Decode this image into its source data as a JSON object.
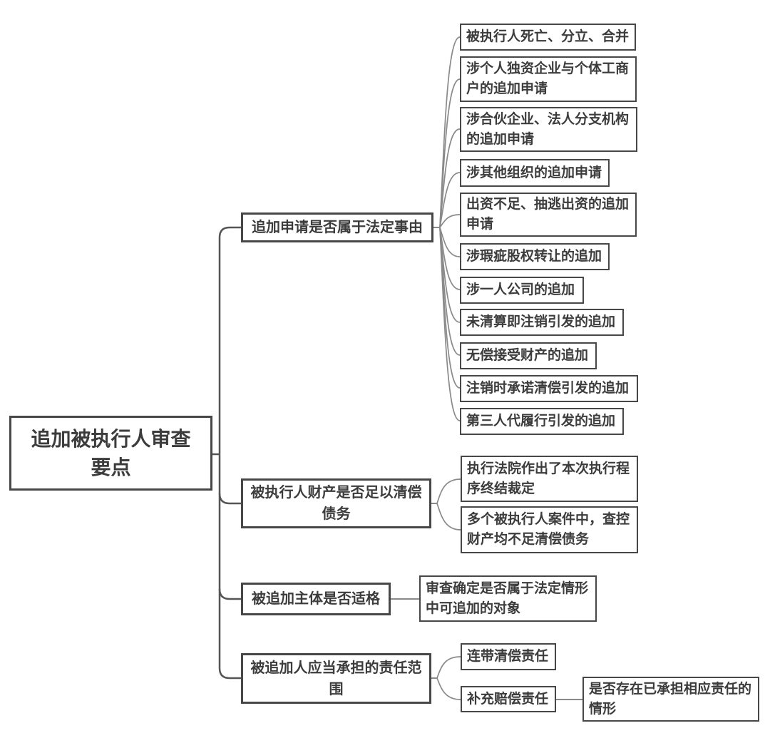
{
  "diagram": {
    "root": {
      "label": "追加被执行人审查要点"
    },
    "branches": [
      {
        "label": "追加申请是否属于法定事由",
        "children": [
          {
            "label": "被执行人死亡、分立、合并"
          },
          {
            "label": "涉个人独资企业与个体工商户的追加申请"
          },
          {
            "label": "涉合伙企业、法人分支机构的追加申请"
          },
          {
            "label": "涉其他组织的追加申请"
          },
          {
            "label": "出资不足、抽逃出资的追加申请"
          },
          {
            "label": "涉瑕疵股权转让的追加"
          },
          {
            "label": "涉一人公司的追加"
          },
          {
            "label": "未清算即注销引发的追加"
          },
          {
            "label": "无偿接受财产的追加"
          },
          {
            "label": "注销时承诺清偿引发的追加"
          },
          {
            "label": "第三人代履行引发的追加"
          }
        ]
      },
      {
        "label": "被执行人财产是否足以清偿债务",
        "children": [
          {
            "label": "执行法院作出了本次执行程序终结裁定"
          },
          {
            "label": "多个被执行人案件中，查控财产均不足清偿债务"
          }
        ]
      },
      {
        "label": "被追加主体是否适格",
        "children": [
          {
            "label": "审查确定是否属于法定情形中可追加的对象"
          }
        ]
      },
      {
        "label": "被追加人应当承担的责任范围",
        "children": [
          {
            "label": "连带清偿责任"
          },
          {
            "label": "补充赔偿责任",
            "children": [
              {
                "label": "是否存在已承担相应责任的情形"
              }
            ]
          }
        ]
      }
    ],
    "colors": {
      "background": "#ffffff",
      "node_border": "#474747",
      "node_text": "#3c3c3c",
      "connector": "#8a8a8a",
      "trunk": "#555555"
    }
  }
}
